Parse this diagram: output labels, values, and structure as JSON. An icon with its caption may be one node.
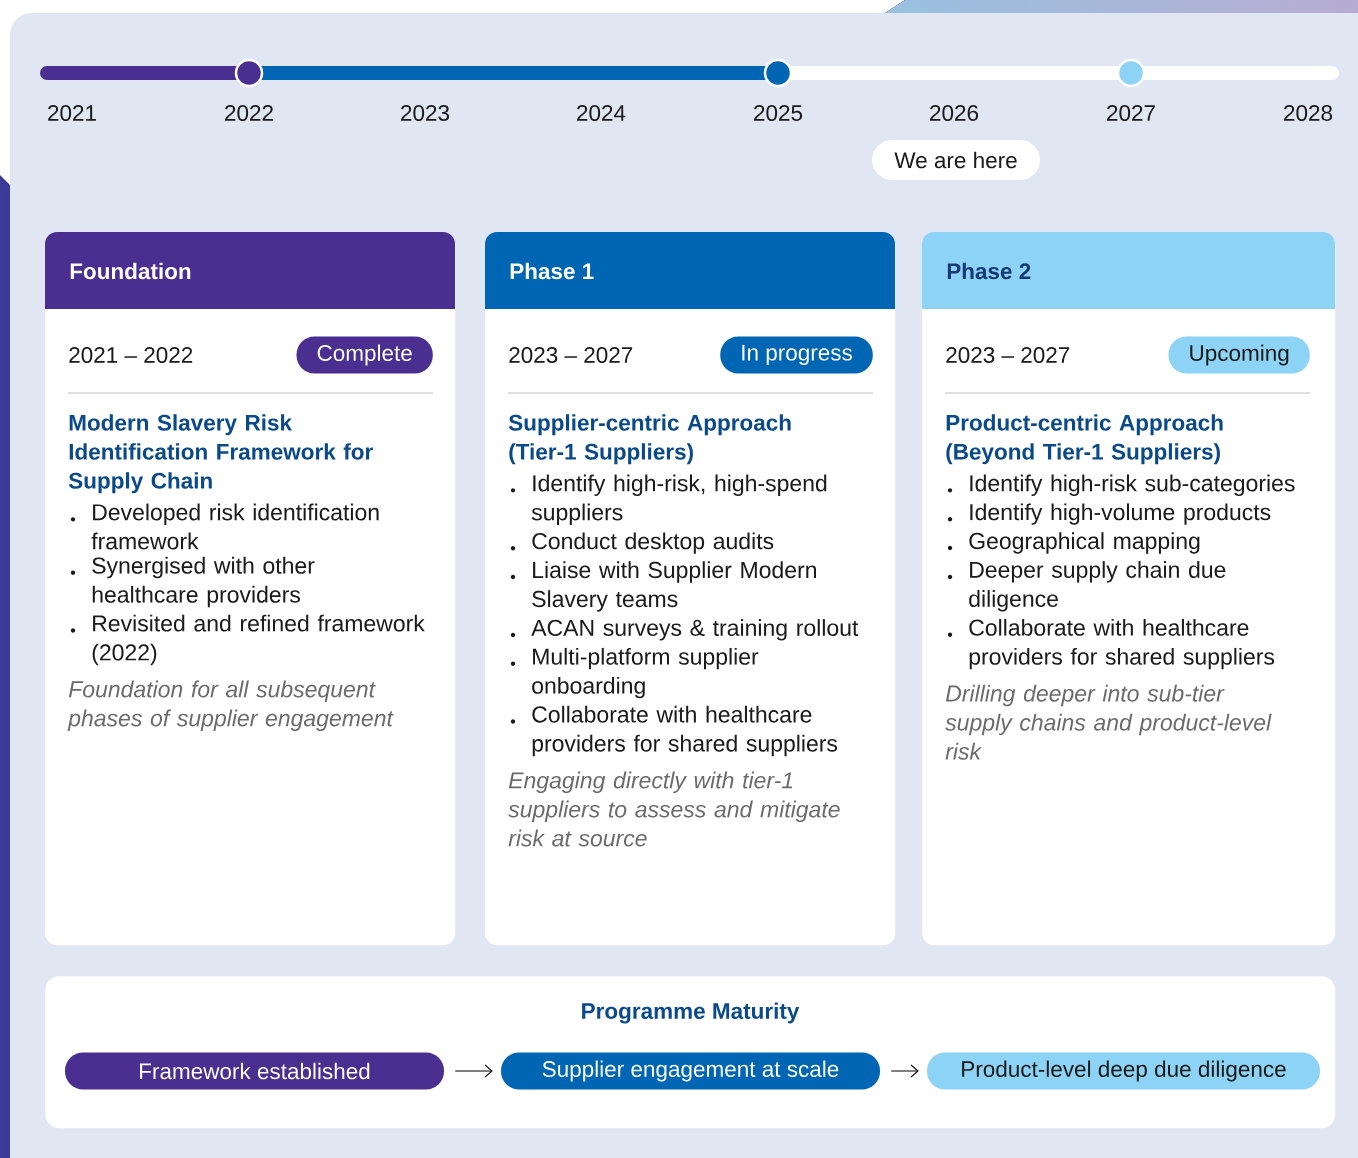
{
  "diagram": {
    "nodes": [
      {
        "text": [
          "We are here"
        ]
      },
      {
        "text": [
          "Foundation",
          "2021 – 2022",
          "Modern Slavery Risk Identification Framework for Supply Chain",
          "Developed risk identification framework",
          "Synergised with other healthcare providers",
          "Revisited and refined framework (2022)",
          "Foundation for all subsequent phases of supplier engagement"
        ]
      },
      {
        "text": [
          "Complete"
        ],
        "in": 1
      },
      {
        "text": [
          "Phase 1",
          "2023 – 2027",
          "Supplier-centric Approach (Tier-1 Suppliers)",
          "Identify high-risk, high-spend suppliers",
          "Conduct desktop audits",
          "Liaise with Supplier Modern Slavery teams",
          "ACAN surveys & training rollout",
          "Multi-platform supplier onboarding",
          "Collaborate with healthcare providers for shared suppliers",
          "Engaging directly with tier-1 suppliers to assess and mitigate risk at source"
        ]
      },
      {
        "text": [
          "In progress"
        ],
        "in": 3
      },
      {
        "text": [
          "Phase 2",
          "2023 – 2027",
          "Product-centric Approach (Beyond Tier-1 Suppliers)",
          "Identify high-risk sub-categories",
          "Identify high-volume products",
          "Geographical mapping",
          "Deeper supply chain due diligence",
          "Collaborate with healthcare providers for shared suppliers",
          "Drilling deeper into sub-tier supply chains and product-level risk"
        ]
      },
      {
        "text": [
          "Upcoming"
        ],
        "in": 5
      },
      {
        "text": [
          "Programme Maturity"
        ]
      },
      {
        "text": [
          "Framework established"
        ],
        "in": 7
      },
      {
        "text": [
          "Supplier engagement at scale"
        ],
        "in": 7
      },
      {
        "text": [
          "Product-level deep due diligence"
        ],
        "in": 7
      }
    ],
    "edges": [
      {
        "from": 8,
        "to": 9,
        "arrow": "to"
      },
      {
        "from": 9,
        "to": 10,
        "arrow": "to"
      }
    ],
    "labels": [
      "2021",
      "2022",
      "2023",
      "2024",
      "2025",
      "2026",
      "2027",
      "2028"
    ]
  }
}
